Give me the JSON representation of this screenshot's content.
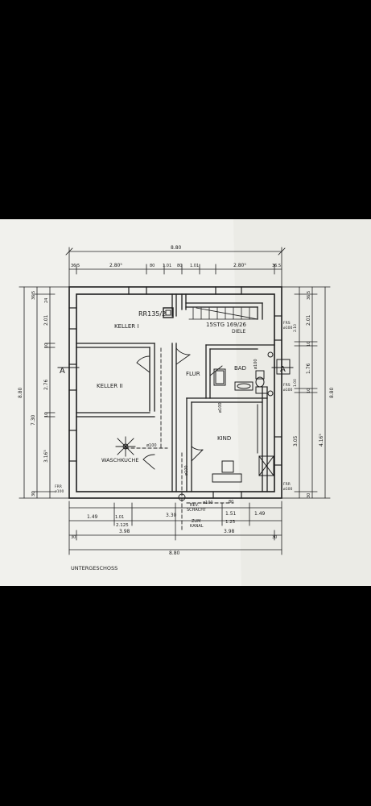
{
  "drawing": {
    "title": "UNTERGESCHOSS",
    "rooms": {
      "keller1": "KELLER I",
      "keller2": "KELLER II",
      "waschkueche": "WASCHKUCHE",
      "flur": "FLUR",
      "bad": "BAD",
      "kind": "KIND",
      "diele": "DIELE"
    },
    "annotations": {
      "chimney": "RR135/2",
      "stairs": "15STG 169/26",
      "section_left": "A",
      "section_right": "A",
      "rev_schacht_1": "REV.",
      "rev_schacht_2": "SCHACHT",
      "zum_kanal_1": "ZUM",
      "zum_kanal_2": "KANAL",
      "frr_left_1": "FRR",
      "frr_left_2": "ø100",
      "frr_right_1": "FRR",
      "frr_right_2": "ø100",
      "frs_top_1": "FRS",
      "frs_top_2": "ø100",
      "frs_mid_1": "FRS",
      "frs_mid_2": "ø100",
      "pipe_1": "ø100",
      "pipe_2": "ø100",
      "pipe_3": "ø100",
      "pipe_4": "ø100",
      "pipe_5": "ø100"
    },
    "dims_top": {
      "overall": "8.80",
      "d1": "36.5",
      "d2": "2.80⁵",
      "d3": "80",
      "d4": "1.01",
      "d5": "80",
      "d6": "1.01",
      "d7": "2.80⁵",
      "d8": "36.5"
    },
    "dims_bottom": {
      "b1": "1.49",
      "b2": "1.01",
      "b3": "3.30",
      "b4": "1.51",
      "b5": "1.49",
      "b6": "2.125",
      "b7": "1.25",
      "b8": "3.98",
      "b9": "3.98",
      "b10": "30",
      "b11": "30",
      "b12": "8.80",
      "b13": "80"
    },
    "dims_left": {
      "overall": "8.80",
      "inner": "7.30",
      "l1": "36.5",
      "l2": "24",
      "l3": "2.01",
      "l4": "10",
      "l5": "2.76",
      "l6": "10",
      "l7": "3.16⁵",
      "l8": "30"
    },
    "dims_right": {
      "overall": "8.80",
      "r1": "36.5",
      "r2": "2.01",
      "r3": "10",
      "r4": "1.76",
      "r5": "10",
      "r6": "3.05",
      "r7": "4.16⁵",
      "r8": "30",
      "r9": "2.10",
      "r10": "1.00"
    }
  }
}
